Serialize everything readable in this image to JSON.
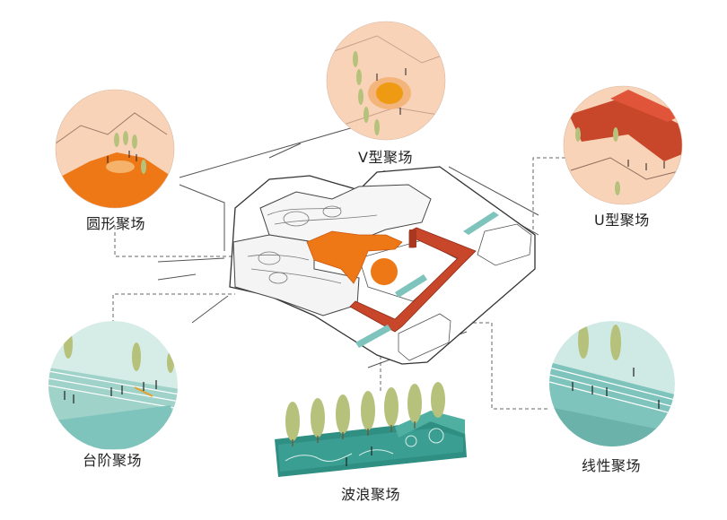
{
  "labels": {
    "v_plaza": "V型聚场",
    "circle_plaza": "圆形聚场",
    "u_plaza": "U型聚场",
    "step_plaza": "台阶聚场",
    "wave_plaza": "波浪聚场",
    "linear_plaza": "线性聚场"
  },
  "colors": {
    "orange": "#ee7716",
    "red_brown": "#c8472a",
    "peach": "#f8d3b8",
    "teal": "#7ec4bc",
    "tree_green": "#b6c27b",
    "linework": "#333333"
  }
}
